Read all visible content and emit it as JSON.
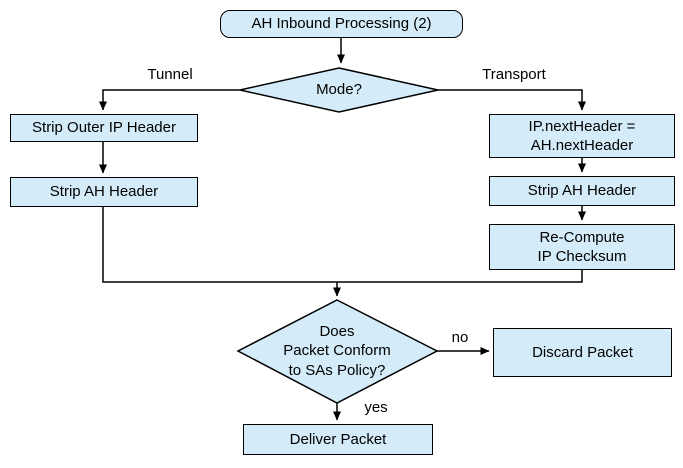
{
  "title": "AH Inbound Processing (2)",
  "colors": {
    "node_fill": "#d4ecf9",
    "node_border": "#000000",
    "text_color": "#000000",
    "background": "#ffffff"
  },
  "nodes": {
    "start": {
      "label": "AH Inbound Processing (2)"
    },
    "mode_decision": {
      "label": "Mode?"
    },
    "strip_outer_ip": {
      "label": "Strip Outer IP Header"
    },
    "strip_ah_tunnel": {
      "label": "Strip AH Header"
    },
    "ip_next_header": {
      "label": "IP.nextHeader =\nAH.nextHeader"
    },
    "strip_ah_transport": {
      "label": "Strip AH Header"
    },
    "recompute_checksum": {
      "label": "Re-Compute\nIP Checksum"
    },
    "policy_decision": {
      "label": "Does\nPacket Conform\nto SAs Policy?"
    },
    "discard": {
      "label": "Discard Packet"
    },
    "deliver": {
      "label": "Deliver Packet"
    }
  },
  "edges": {
    "tunnel": "Tunnel",
    "transport": "Transport",
    "no": "no",
    "yes": "yes"
  }
}
